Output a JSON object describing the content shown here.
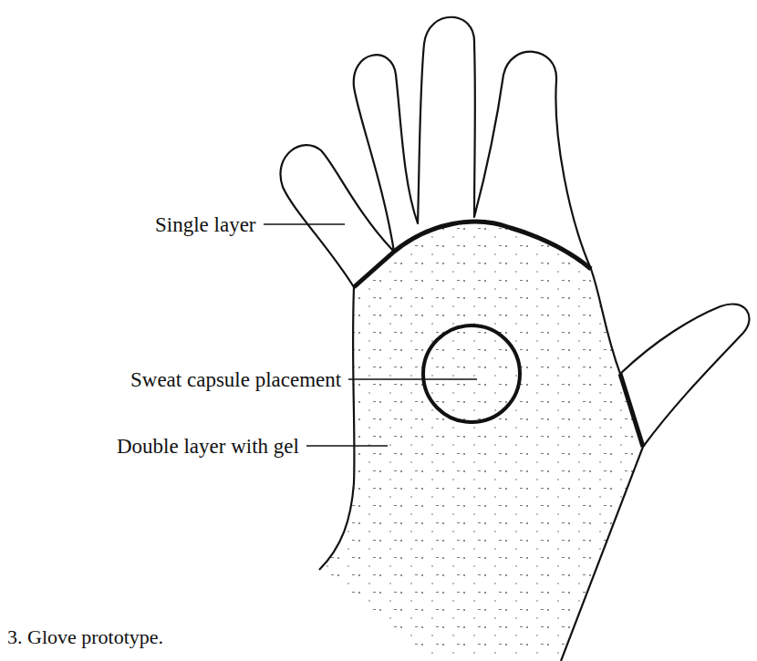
{
  "diagram": {
    "caption": "3. Glove prototype.",
    "labels": [
      "Single layer",
      "Sweat capsule placement",
      "Double layer with gel"
    ]
  }
}
